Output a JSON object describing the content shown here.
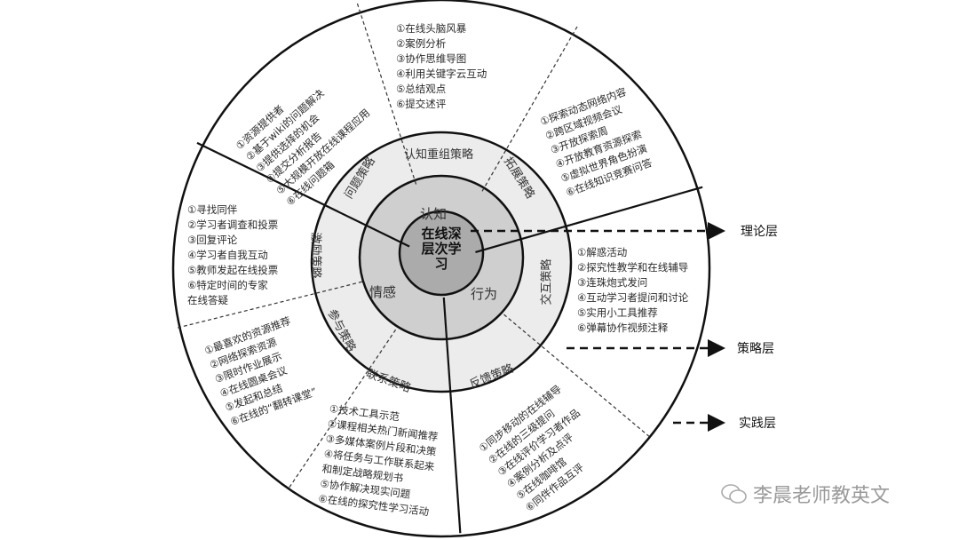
{
  "center": {
    "line1": "在线深",
    "line2": "层次学",
    "line3": "习"
  },
  "hub": {
    "cognition": "认知",
    "emotion": "情感",
    "behavior": "行为"
  },
  "strategies": {
    "cognitive_reorg": "认知重组策略",
    "problem": "问题策略",
    "expansion": "拓展策略",
    "motivation": "激励策略",
    "interaction": "交互策略",
    "participation": "参与策略",
    "connection": "联系策略",
    "feedback": "反馈策略"
  },
  "lists": {
    "cognitive_reorg": [
      "①在线头脑风暴",
      "②案例分析",
      "③协作思维导图",
      "④利用关键字云互动",
      "⑤总结观点",
      "⑥提交述评"
    ],
    "problem": [
      "①资源提供者",
      "②基于wiki的问题解决",
      "③提供选择的机会",
      "④提交分析报告",
      "⑤大规模开放在线课程应用",
      "⑥在线问题箱"
    ],
    "expansion": [
      "①探索动态网络内容",
      "②跨区域视频会议",
      "③开放探索周",
      "④开放教育资源探索",
      "⑤虚拟世界角色扮演",
      "⑥在线知识竞赛问答"
    ],
    "motivation": [
      "①寻找同伴",
      "②学习者调查和投票",
      "③回复评论",
      "④学习者自我互动",
      "⑤教师发起在线投票",
      "⑥特定时间的专家",
      "在线答疑"
    ],
    "interaction": [
      "①解惑活动",
      "②探究性教学和在线辅导",
      "③连珠炮式发问",
      "④互动学习者提问和讨论",
      "⑤实用小工具推荐",
      "⑥弹幕协作视频注释"
    ],
    "participation": [
      "①最喜欢的资源推荐",
      "②网络探索资源",
      "③限时作业展示",
      "④在线圆桌会议",
      "⑤发起和总结",
      "⑥在线的“翻转课堂”"
    ],
    "connection": [
      "①技术工具示范",
      "②课程相关热门新闻推荐",
      "③多媒体案例片段和决策",
      "④将任务与工作联系起来",
      "和制定战略规划书",
      "⑤协作解决现实问题",
      "⑥在线的探究性学习活动"
    ],
    "feedback": [
      "①同步移动的在线辅导",
      "②在线的三级提问",
      "③在线评价学习者作品",
      "④案例分析及点评",
      "⑤在线咖啡馆",
      "⑥同伴作品互评"
    ]
  },
  "layers": {
    "theory": "理论层",
    "strategy": "策略层",
    "practice": "实践层"
  },
  "watermark": "李晨老师教英文",
  "colors": {
    "ring": "#ececec",
    "hub_ring": "#cfcfcf",
    "center": "#ababab"
  }
}
